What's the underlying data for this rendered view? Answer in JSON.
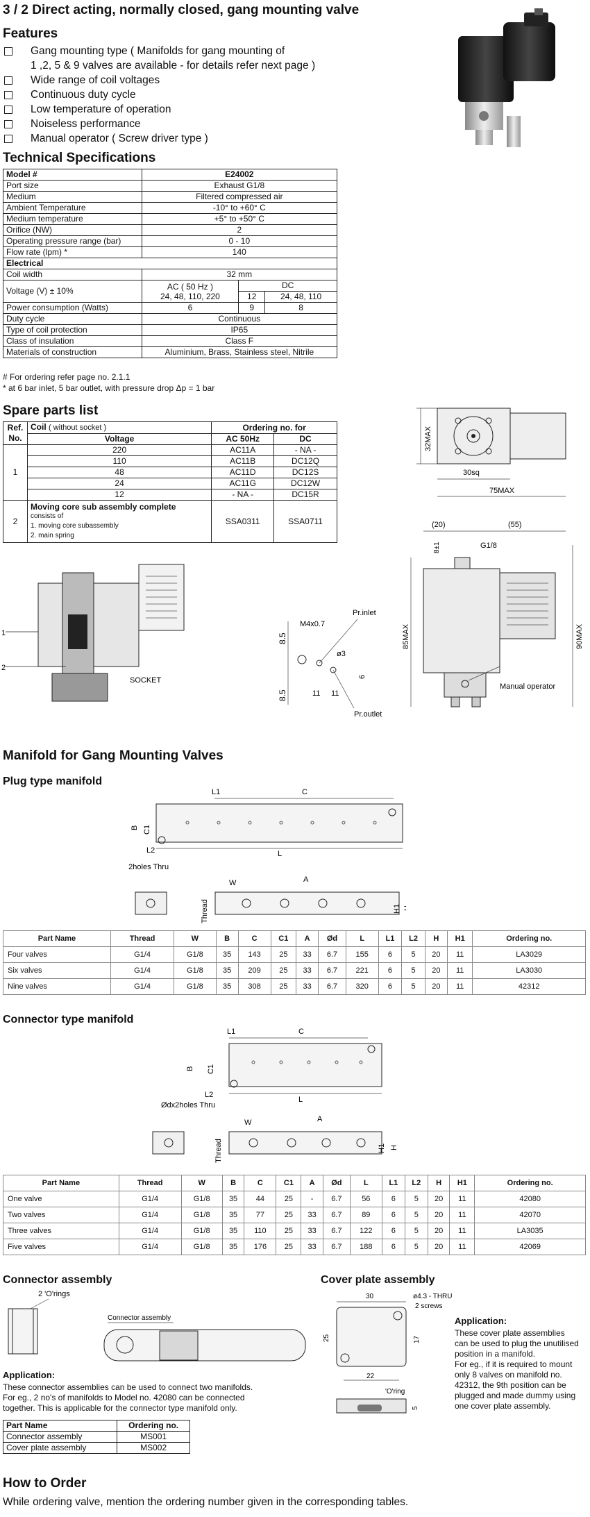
{
  "title": "3 / 2 Direct acting, normally closed, gang mounting valve",
  "features": {
    "heading": "Features",
    "items": [
      {
        "line1": "Gang mounting type ( Manifolds for gang mounting of",
        "line2": "1 ,2, 5 & 9 valves are available - for details refer next page )"
      },
      {
        "line1": "Wide range of coil voltages",
        "line2": ""
      },
      {
        "line1": "Continuous duty cycle",
        "line2": ""
      },
      {
        "line1": "Low temperature of operation",
        "line2": ""
      },
      {
        "line1": "Noiseless performance",
        "line2": ""
      },
      {
        "line1": "Manual operator ( Screw driver type )",
        "line2": ""
      }
    ]
  },
  "tech": {
    "heading": "Technical Specifications",
    "model_label": "Model #",
    "model_value": "E24002",
    "port_size_label": "Port size",
    "port_size_value": "Exhaust G1/8",
    "medium_label": "Medium",
    "medium_value": "Filtered compressed air",
    "ambient_label": "Ambient Temperature",
    "ambient_value": "-10° to +60° C",
    "medium_temp_label": "Medium temperature",
    "medium_temp_value": "+5° to +50° C",
    "orifice_label": "Orifice (NW)",
    "orifice_value": "2",
    "pressure_label": "Operating pressure range (bar)",
    "pressure_value": "0 - 10",
    "flow_label": "Flow rate (lpm) *",
    "flow_value": "140",
    "electrical_label": "Electrical",
    "coil_width_label": "Coil width",
    "coil_width_value": "32 mm",
    "voltage_label": "Voltage (V) ± 10%",
    "ac_label": "AC ( 50 Hz )",
    "ac_values": "24, 48, 110, 220",
    "dc_label": "DC",
    "dc_12": "12",
    "dc_values": "24, 48, 110",
    "power_label": "Power consumption (Watts)",
    "power_ac": "6",
    "power_dc12": "9",
    "power_dc": "8",
    "duty_label": "Duty cycle",
    "duty_value": "Continuous",
    "protection_label": "Type of coil protection",
    "protection_value": "IP65",
    "insulation_label": "Class of insulation",
    "insulation_value": "Class F",
    "materials_label": "Materials of construction",
    "materials_value": "Aluminium, Brass, Stainless steel, Nitrile",
    "note1": "# For ordering refer page no. 2.1.1",
    "note2": "* at 6 bar inlet, 5 bar outlet, with pressure drop Δp = 1 bar"
  },
  "spare": {
    "heading": "Spare parts list",
    "col_ref": "Ref.",
    "col_no": "No.",
    "col_coil": "Coil",
    "col_coil_note": "( without socket )",
    "col_ordering": "Ordering no. for",
    "col_voltage": "Voltage",
    "col_ac": "AC 50Hz",
    "col_dc": "DC",
    "ref1": "1",
    "coil_rows": [
      {
        "voltage": "220",
        "ac": "AC11A",
        "dc": "- NA -"
      },
      {
        "voltage": "110",
        "ac": "AC11B",
        "dc": "DC12Q"
      },
      {
        "voltage": "48",
        "ac": "AC11D",
        "dc": "DC12S"
      },
      {
        "voltage": "24",
        "ac": "AC11G",
        "dc": "DC12W"
      },
      {
        "voltage": "12",
        "ac": "- NA -",
        "dc": "DC15R"
      }
    ],
    "ref2": "2",
    "moving_title": "Moving core sub assembly complete",
    "moving_l1": "consists of",
    "moving_l2": "1. moving core subassembly",
    "moving_l3": "2. main spring",
    "moving_ac": "SSA0311",
    "moving_dc": "SSA0711"
  },
  "drawings": {
    "d_32max": "32MAX",
    "d_30sq": "30sq",
    "d_75max": "75MAX",
    "d_20": "(20)",
    "d_55": "(55)",
    "d_8": "8±1",
    "d_g18": "G1/8",
    "d_85max": "85MAX",
    "d_90max": "90MAX",
    "d_manual": "Manual operator",
    "sec_1": "1",
    "sec_2": "2",
    "sec_socket": "SOCKET",
    "p_m4": "M4x0.7",
    "p_inlet": "Pr.inlet",
    "p_outlet": "Pr.outlet",
    "p_85a": "8.5",
    "p_85b": "8.5",
    "p_3": "ø3",
    "p_6": "6",
    "p_11a": "11",
    "p_11b": "11"
  },
  "manifold": {
    "heading": "Manifold for Gang Mounting Valves",
    "plug_heading": "Plug type manifold",
    "conn_heading": "Connector type manifold",
    "dims": {
      "L1": "L1",
      "C": "C",
      "B": "B",
      "C1": "C1",
      "L2": "L2",
      "L": "L",
      "od": "Ødx2holes Thru",
      "W": "W",
      "A": "A",
      "Thread": "Thread",
      "H1": "H1",
      "H": "H"
    },
    "columns": [
      "Part Name",
      "Thread",
      "W",
      "B",
      "C",
      "C1",
      "A",
      "Ød",
      "L",
      "L1",
      "L2",
      "H",
      "H1",
      "Ordering no."
    ],
    "plug_rows": [
      [
        "Four valves",
        "G1/4",
        "G1/8",
        "35",
        "143",
        "25",
        "33",
        "6.7",
        "155",
        "6",
        "5",
        "20",
        "11",
        "LA3029"
      ],
      [
        "Six valves",
        "G1/4",
        "G1/8",
        "35",
        "209",
        "25",
        "33",
        "6.7",
        "221",
        "6",
        "5",
        "20",
        "11",
        "LA3030"
      ],
      [
        "Nine valves",
        "G1/4",
        "G1/8",
        "35",
        "308",
        "25",
        "33",
        "6.7",
        "320",
        "6",
        "5",
        "20",
        "11",
        "42312"
      ]
    ],
    "conn_rows": [
      [
        "One valve",
        "G1/4",
        "G1/8",
        "35",
        "44",
        "25",
        "-",
        "6.7",
        "56",
        "6",
        "5",
        "20",
        "11",
        "42080"
      ],
      [
        "Two valves",
        "G1/4",
        "G1/8",
        "35",
        "77",
        "25",
        "33",
        "6.7",
        "89",
        "6",
        "5",
        "20",
        "11",
        "42070"
      ],
      [
        "Three valves",
        "G1/4",
        "G1/8",
        "35",
        "110",
        "25",
        "33",
        "6.7",
        "122",
        "6",
        "5",
        "20",
        "11",
        "LA3035"
      ],
      [
        "Five valves",
        "G1/4",
        "G1/8",
        "35",
        "176",
        "25",
        "33",
        "6.7",
        "188",
        "6",
        "5",
        "20",
        "11",
        "42069"
      ]
    ]
  },
  "connector": {
    "heading": "Connector assembly",
    "o_rings": "2 'O'rings",
    "assembly_label": "Connector assembly",
    "app_heading": "Application:",
    "app_l1": "These connector assemblies can be used to connect two manifolds.",
    "app_l2": "For eg., 2 no's of manifolds to Model no. 42080 can be connected",
    "app_l3": "together. This is applicable for the connector type manifold only.",
    "col_part": "Part Name",
    "col_order": "Ordering no.",
    "rows": [
      {
        "part": "Connector assembly",
        "order": "MS001"
      },
      {
        "part": "Cover plate assembly",
        "order": "MS002"
      }
    ]
  },
  "cover": {
    "heading": "Cover plate assembly",
    "d_30": "30",
    "d_thru": "ø4.3 - THRU",
    "d_screws": "2 screws",
    "d_25": "25",
    "d_17": "17",
    "d_22": "22",
    "d_oring": "'O'ring",
    "d_5": "5",
    "app_heading": "Application:",
    "app_l1": "These cover plate assemblies",
    "app_l2": "can be used to plug the unutilised",
    "app_l3": "position in a manifold.",
    "app_l4": "For eg., if it is required to mount",
    "app_l5": "only 8 valves on manifold no.",
    "app_l6": "42312, the 9th position can be",
    "app_l7": "plugged and made dummy using",
    "app_l8": "one cover plate assembly."
  },
  "order": {
    "heading": "How to Order",
    "text": "While ordering valve, mention the ordering number given in the corresponding tables."
  }
}
